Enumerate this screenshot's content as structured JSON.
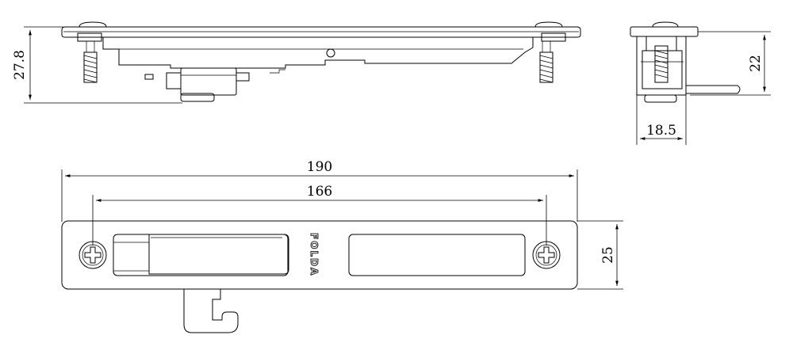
{
  "dimensions": {
    "total_length": "190",
    "screw_spacing": "166",
    "plate_height": "25",
    "side_height": "27.8",
    "end_height": "22",
    "end_width": "18.5"
  },
  "brand": "FOLDA",
  "colors": {
    "line": "#000000",
    "background": "#ffffff"
  }
}
